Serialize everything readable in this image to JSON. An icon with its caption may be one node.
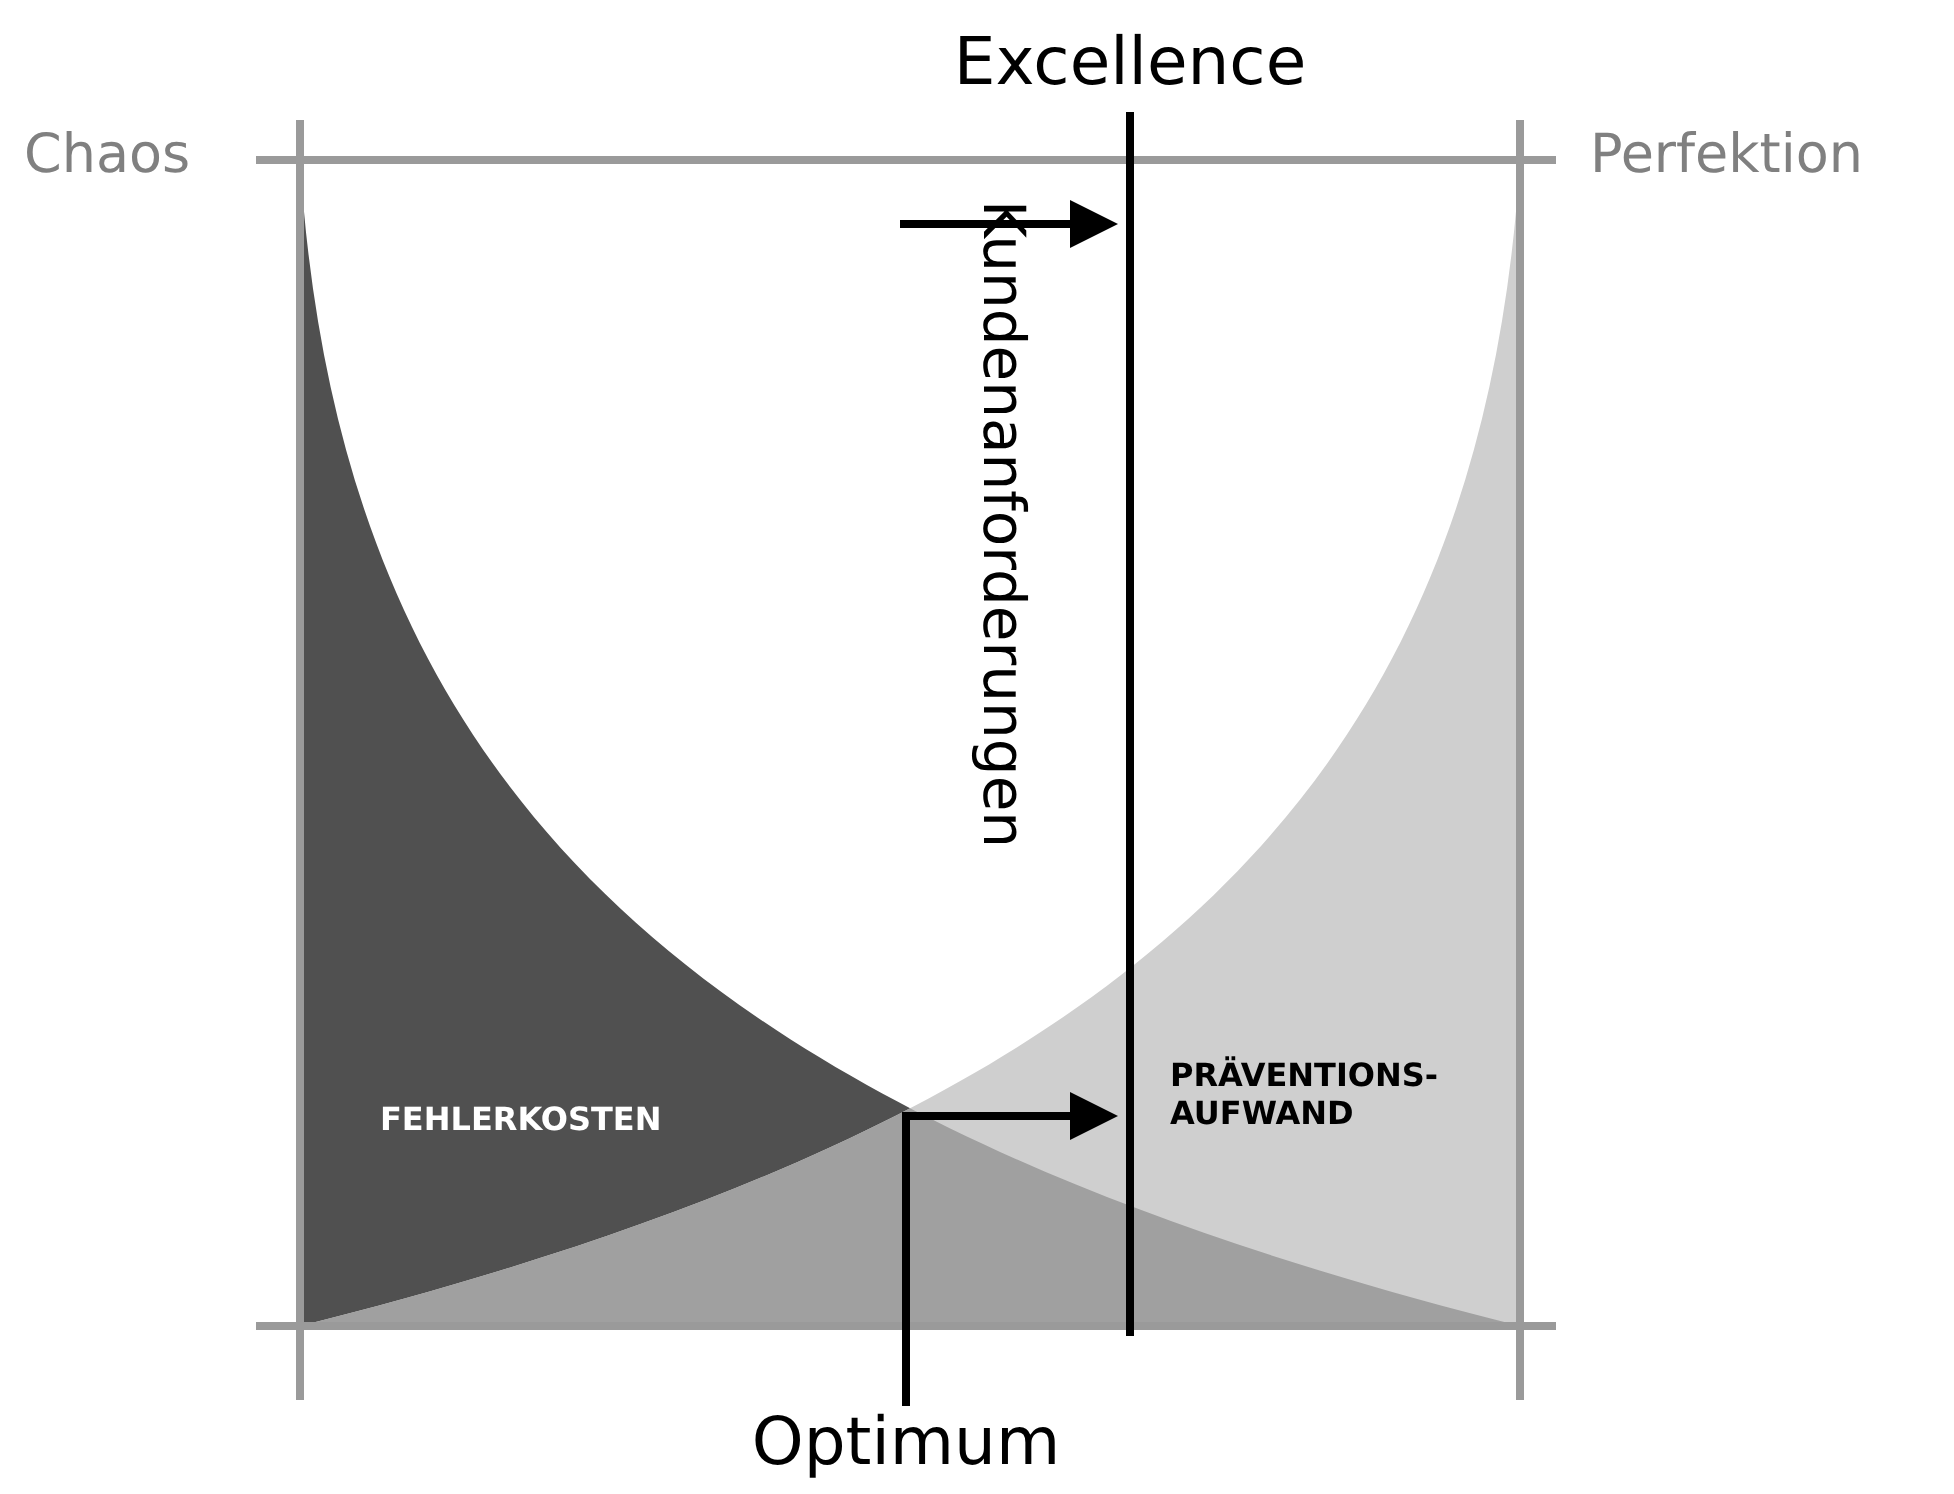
{
  "diagram": {
    "labels": [
      "Excellence",
      "Chaos",
      "Perfektion",
      "Kundenanforderungen",
      "FEHLERKOSTEN",
      "PRÄVENTIONS- AUFWAND",
      "Optimum"
    ]
  }
}
